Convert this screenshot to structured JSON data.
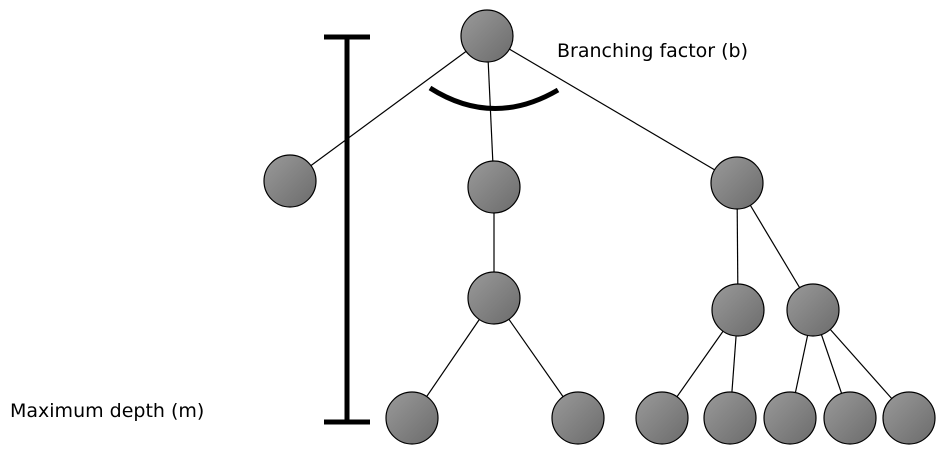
{
  "labels": {
    "branching_factor": "Branching factor (b)",
    "maximum_depth": "Maximum depth (m)"
  },
  "colors": {
    "node_fill_light": "#9a9a9a",
    "node_fill_dark": "#6b6b6b",
    "node_stroke": "#000000",
    "edge": "#000000"
  },
  "tree": {
    "nodes": [
      "root",
      "n1",
      "n2",
      "n3",
      "n4",
      "n5",
      "n6",
      "n7",
      "n8",
      "n9",
      "n10",
      "n11",
      "n12",
      "n13",
      "n14"
    ],
    "edges": [
      [
        "root",
        "n1"
      ],
      [
        "root",
        "n2"
      ],
      [
        "root",
        "n3"
      ],
      [
        "n2",
        "n4"
      ],
      [
        "n3",
        "n5"
      ],
      [
        "n3",
        "n6"
      ],
      [
        "n4",
        "n7"
      ],
      [
        "n4",
        "n8"
      ],
      [
        "n5",
        "n9"
      ],
      [
        "n5",
        "n10"
      ],
      [
        "n6",
        "n11"
      ],
      [
        "n6",
        "n12"
      ],
      [
        "n6",
        "n13"
      ]
    ]
  }
}
